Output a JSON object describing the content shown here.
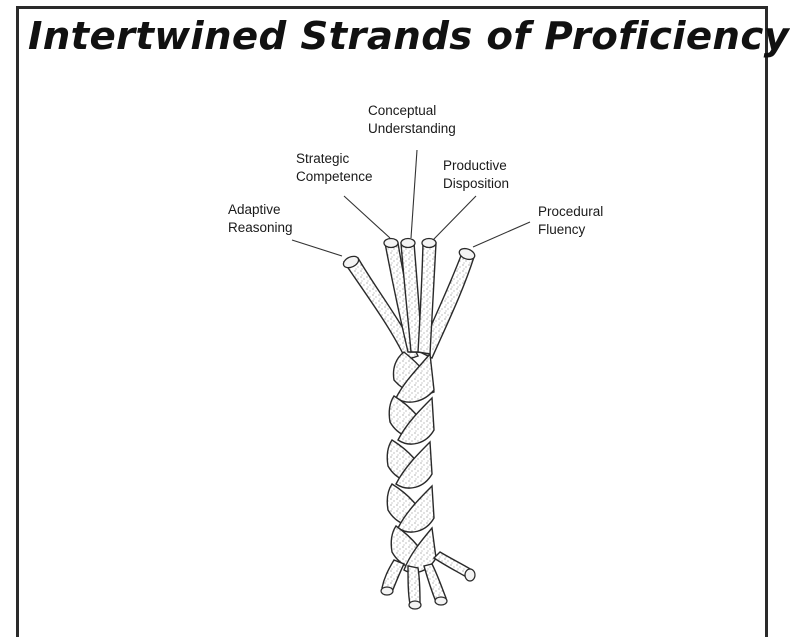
{
  "title": "Intertwined Strands of Proficiency",
  "strands": [
    {
      "id": "adaptive",
      "line1": "Adaptive",
      "line2": "Reasoning"
    },
    {
      "id": "strategic",
      "line1": "Strategic",
      "line2": "Competence"
    },
    {
      "id": "conceptual",
      "line1": "Conceptual",
      "line2": "Understanding"
    },
    {
      "id": "productive",
      "line1": "Productive",
      "line2": "Disposition"
    },
    {
      "id": "procedural",
      "line1": "Procedural",
      "line2": "Fluency"
    }
  ]
}
